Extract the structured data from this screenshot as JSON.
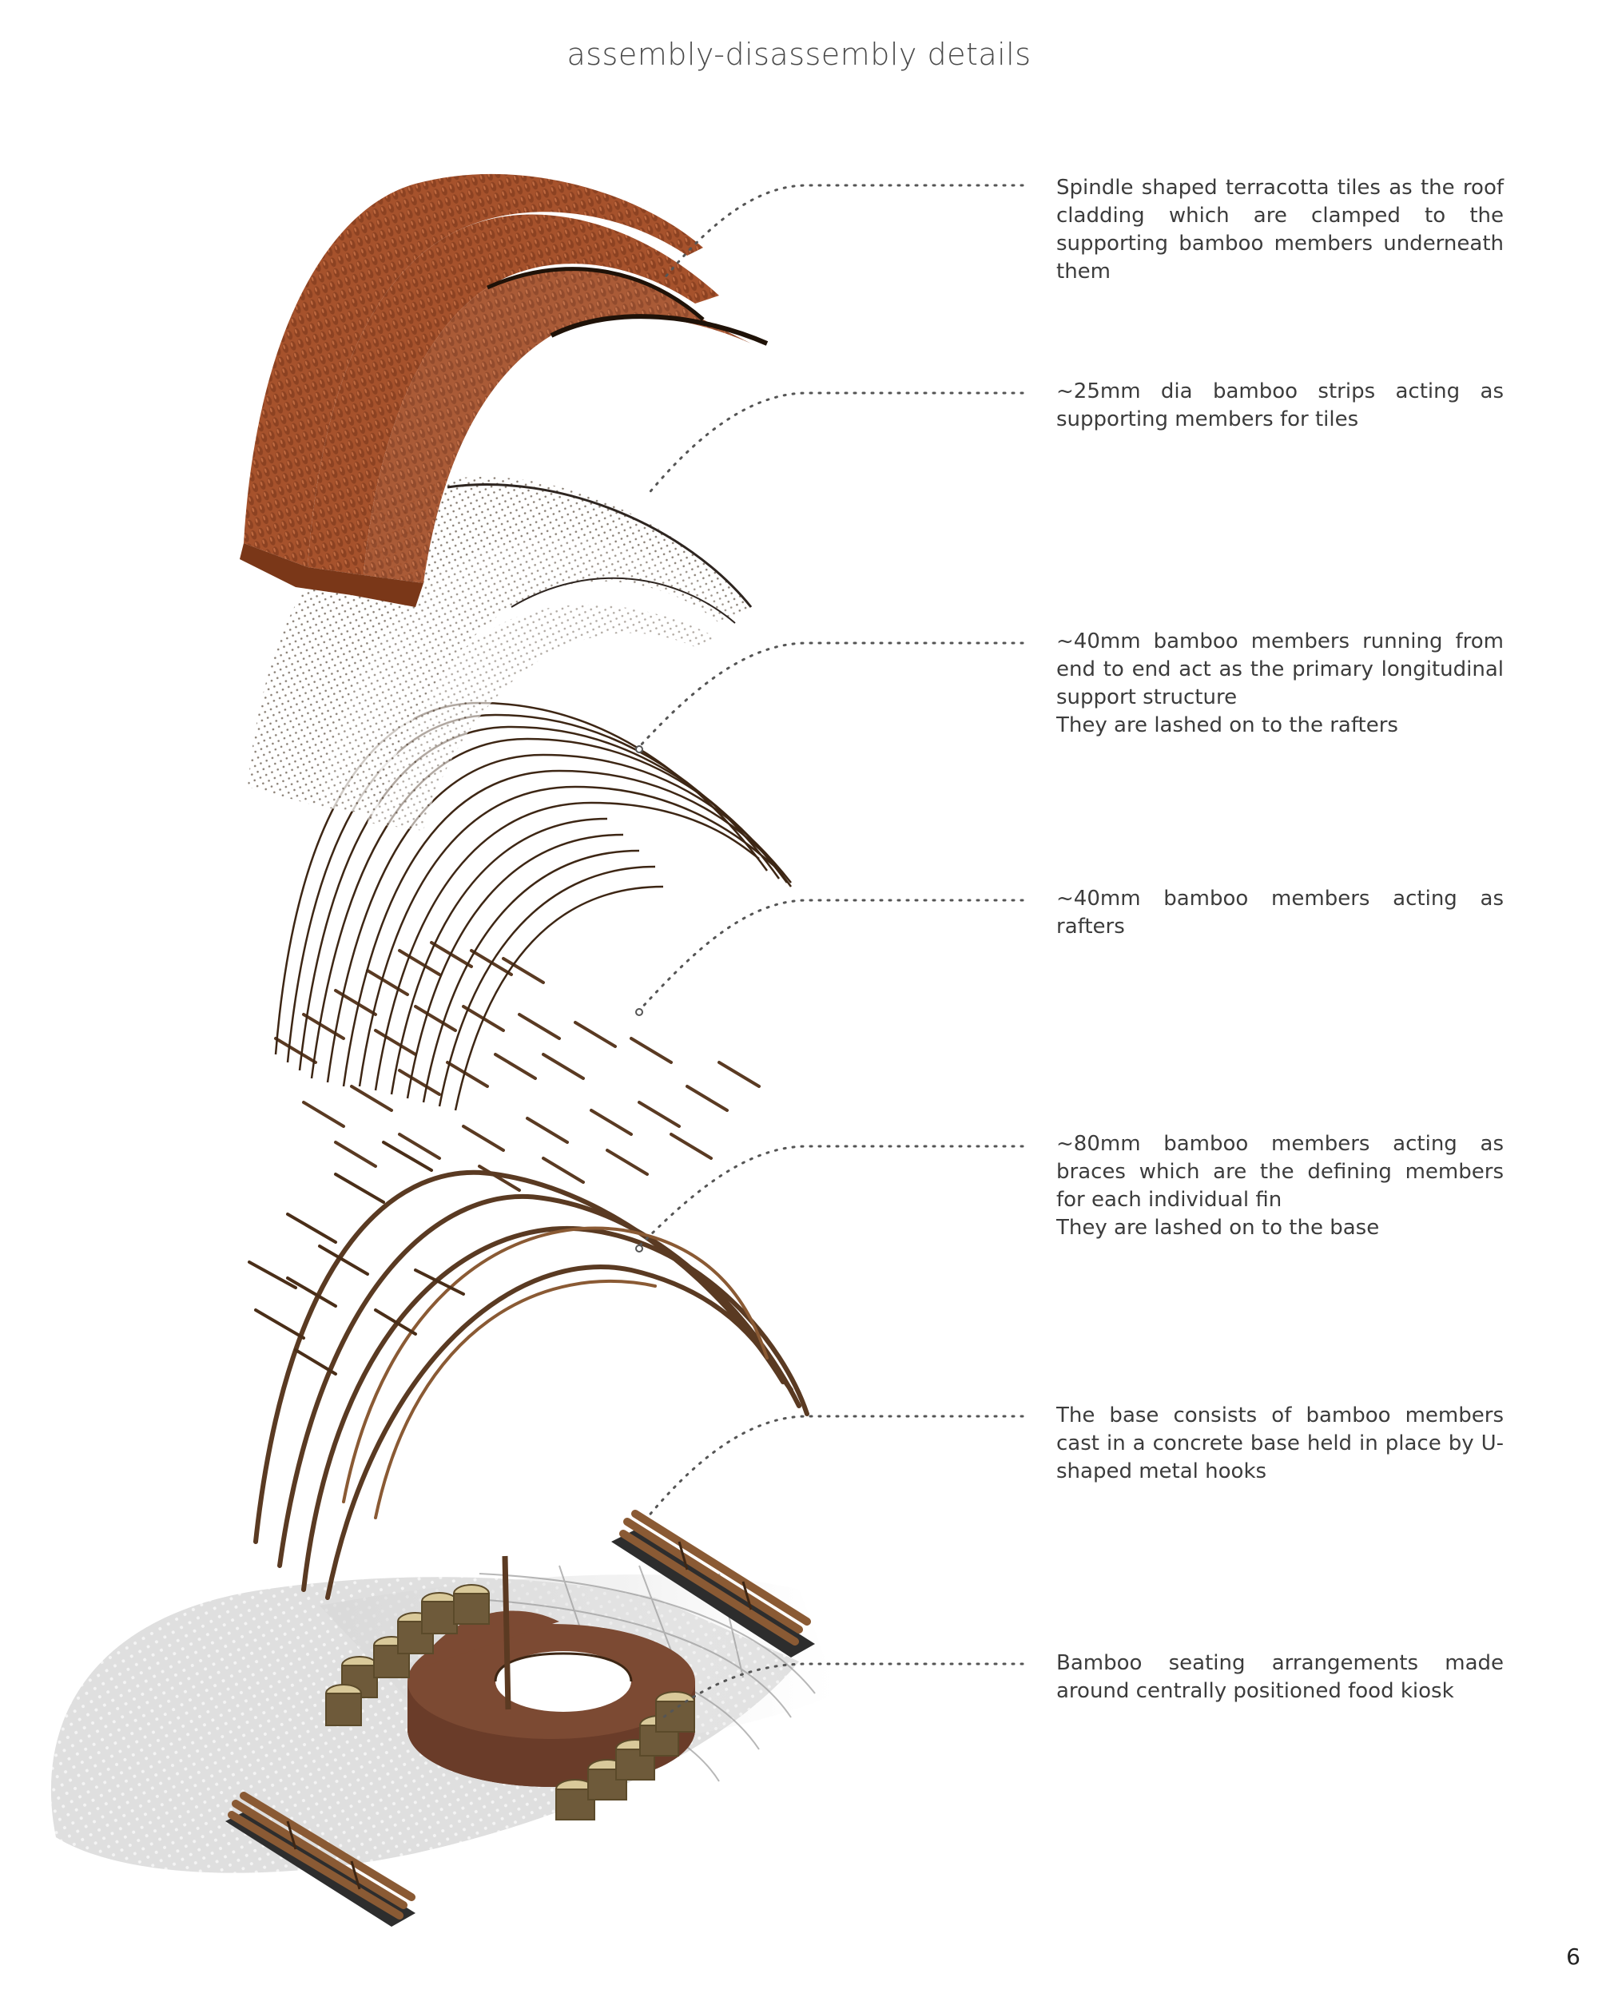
{
  "title": "assembly-disassembly details",
  "page_number": "6",
  "colors": {
    "terracotta": "#a6522c",
    "terracotta_dark": "#7a3718",
    "bamboo": "#6e4a30",
    "bamboo_dark": "#3d2614",
    "bamboo_light": "#a78463",
    "kiosk": "#6a3c29",
    "seat": "#d9c99a",
    "leader": "#555555"
  },
  "annotations": [
    {
      "lines": [
        "Spindle shaped terracotta tiles as the roof cladding which are clamped to the supporting bamboo members underneath them"
      ]
    },
    {
      "lines": [
        "~25mm dia bamboo strips acting as supporting members for tiles"
      ]
    },
    {
      "lines": [
        "~40mm bamboo members running from end to end act as the primary longitudinal support structure",
        "They are lashed on to the rafters"
      ]
    },
    {
      "lines": [
        "~40mm bamboo members acting as rafters"
      ]
    },
    {
      "lines": [
        "~80mm bamboo members acting as braces which are the defining members for each individual fin",
        "They are lashed on to the base"
      ]
    },
    {
      "lines": [
        "The base consists of bamboo members cast in a concrete base held in place by U-shaped metal hooks"
      ]
    },
    {
      "lines": [
        "Bamboo seating arrangements made around centrally positioned food kiosk"
      ]
    }
  ]
}
